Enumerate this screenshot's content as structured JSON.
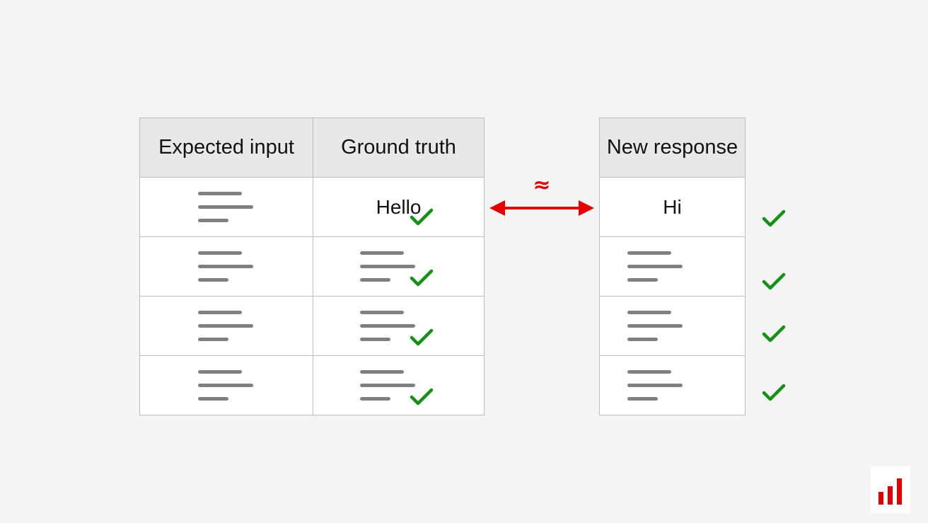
{
  "left_table": {
    "headers": [
      "Expected input",
      "Ground truth"
    ],
    "first_row_truth": "Hello"
  },
  "right_table": {
    "header": "New response",
    "first_row_response": "Hi"
  },
  "relation_symbol": "≈",
  "colors": {
    "check": "#149114",
    "arrow": "#e40000",
    "logo": "#e40000",
    "placeholder_lines": "#808080",
    "header_bg": "#e8e8e8"
  },
  "icons": [
    "text-lines-icon",
    "checkmark-icon",
    "double-arrow-icon",
    "bar-chart-logo"
  ]
}
